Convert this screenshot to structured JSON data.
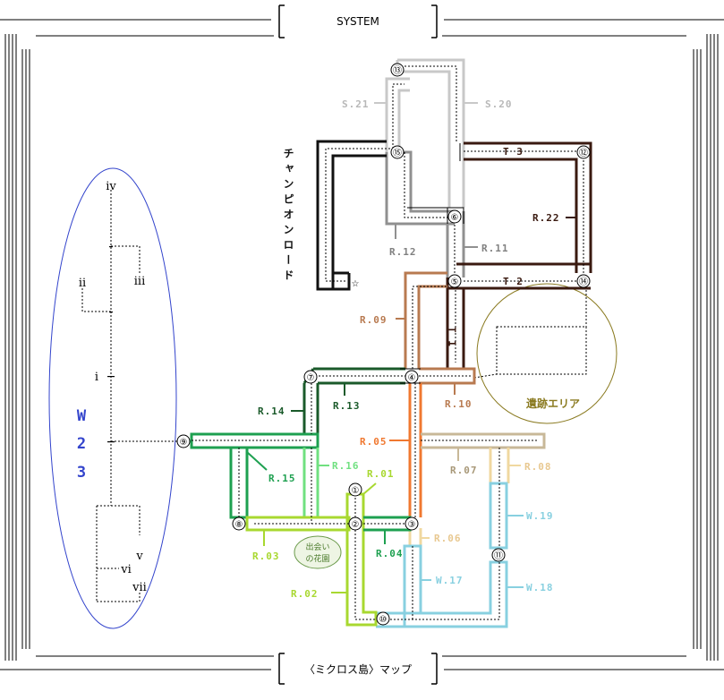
{
  "header": {
    "title": "SYSTEM"
  },
  "footer": {
    "title": "〈ミクロス島〉マップ"
  },
  "colors": {
    "r_brown": "#b87a50",
    "r_orange": "#f07830",
    "r_darkgreen": "#1a5a2a",
    "r_green": "#1ea050",
    "r_lightgreen": "#70e080",
    "r_lime": "#a8d830",
    "r_tan": "#c8b898",
    "r_cream": "#f0d8a0",
    "r_lightblue": "#88d0e0",
    "r_gray": "#909090",
    "r_lightgray": "#c8c8c8",
    "r_black": "#111111",
    "r_darkbrown": "#3a1a10",
    "w23_blue": "#3344cc",
    "ruins_olive": "#8a7a20"
  },
  "nodes": [
    {
      "id": "1",
      "label": "①"
    },
    {
      "id": "2",
      "label": "②"
    },
    {
      "id": "3",
      "label": "③"
    },
    {
      "id": "4",
      "label": "④"
    },
    {
      "id": "5",
      "label": "⑤"
    },
    {
      "id": "6",
      "label": "⑥"
    },
    {
      "id": "7",
      "label": "⑦"
    },
    {
      "id": "8",
      "label": "⑧"
    },
    {
      "id": "9",
      "label": "⑨"
    },
    {
      "id": "10",
      "label": "⑩"
    },
    {
      "id": "11",
      "label": "⑪"
    },
    {
      "id": "12",
      "label": "⑫"
    },
    {
      "id": "13",
      "label": "⑬"
    },
    {
      "id": "14",
      "label": "⑭"
    },
    {
      "id": "15",
      "label": "⑮"
    },
    {
      "id": "star",
      "label": "☆"
    }
  ],
  "routes": {
    "s21": "S.21",
    "s20": "S.20",
    "t3": "T 3",
    "r22": "R.22",
    "r12": "R.12",
    "r11": "R.11",
    "t2": "T 2",
    "t1": "T 1",
    "r09": "R.09",
    "r10": "R.10",
    "r14": "R.14",
    "r13": "R.13",
    "r05": "R.05",
    "r07": "R.07",
    "r08": "R.08",
    "r15": "R.15",
    "r16": "R.16",
    "r01": "R.01",
    "w19": "W.19",
    "r03": "R.03",
    "r04": "R.04",
    "r06": "R.06",
    "r02": "R.02",
    "w17": "W.17",
    "w18": "W.18"
  },
  "places": {
    "champion_road": "チャンピオンロード",
    "ruins_area": "遺跡エリア",
    "garden_line1": "出会い",
    "garden_line2": "の花園"
  },
  "w23": {
    "label_chars": [
      "W",
      "2",
      "3"
    ],
    "roman": [
      "iv",
      "ii",
      "iii",
      "i",
      "v",
      "vi",
      "vii"
    ]
  }
}
